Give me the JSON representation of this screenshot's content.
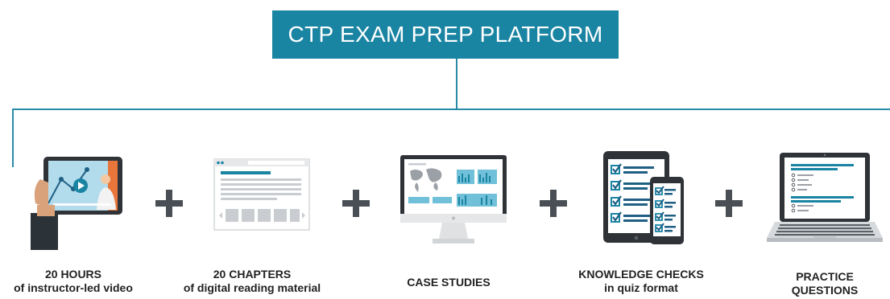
{
  "title": "CTP EXAM PREP PLATFORM",
  "items": [
    {
      "line1": "20 HOURS",
      "line2": "of instructor-led video",
      "icon": "tablet-video-icon"
    },
    {
      "line1": "20 CHAPTERS",
      "line2": "of digital reading material",
      "icon": "browser-document-icon"
    },
    {
      "line1": "CASE STUDIES",
      "line2": "",
      "icon": "desktop-monitor-icon"
    },
    {
      "line1": "KNOWLEDGE CHECKS",
      "line2": "in quiz format",
      "icon": "tablet-phone-checklist-icon"
    },
    {
      "line1": "PRACTICE",
      "line2": "QUESTIONS",
      "icon": "laptop-icon"
    }
  ],
  "colors": {
    "accent": "#1a84a3",
    "plus": "#4a4f55"
  }
}
